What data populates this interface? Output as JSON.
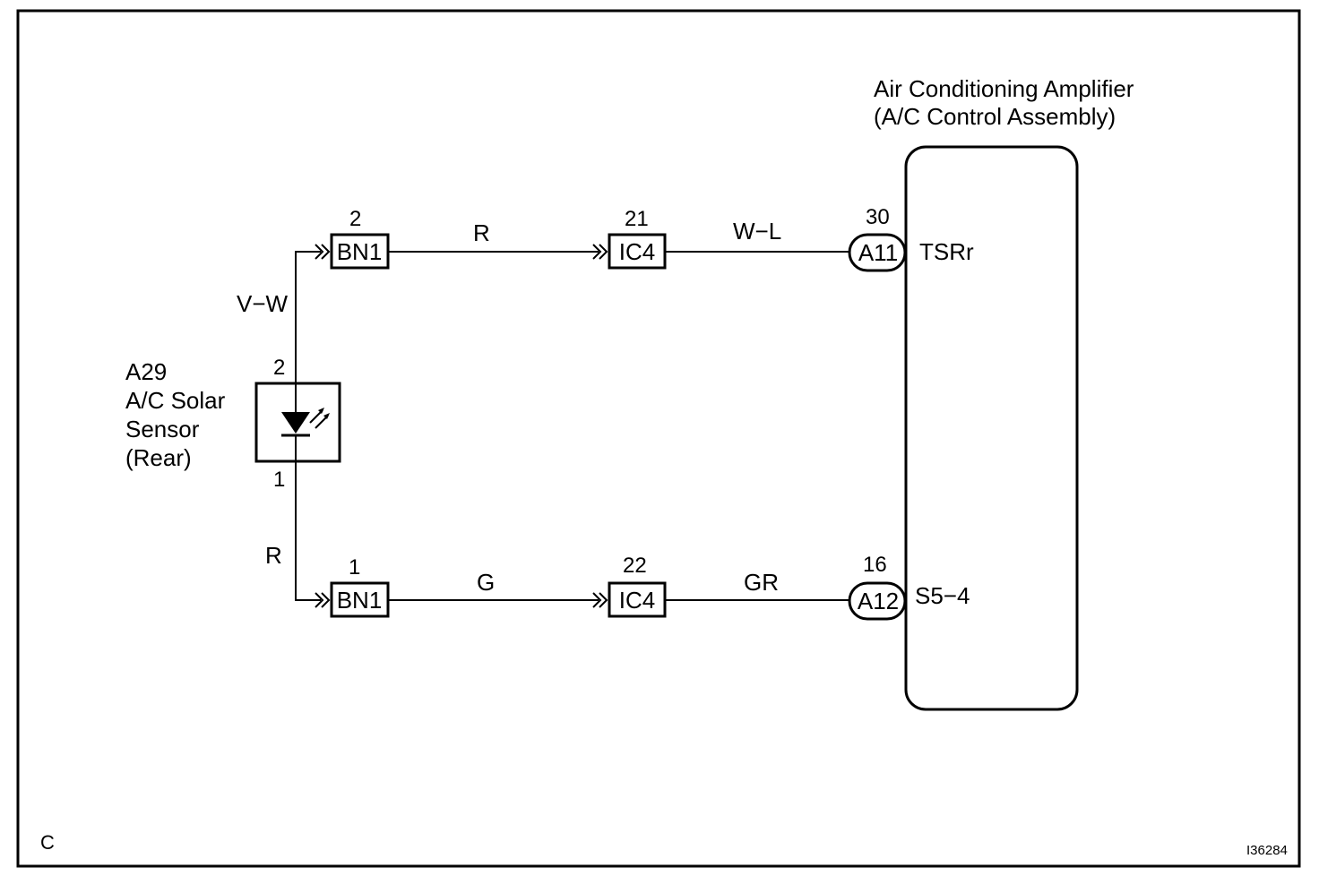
{
  "amplifier": {
    "title_line1": "Air Conditioning Amplifier",
    "title_line2": "(A/C Control Assembly)",
    "terminal_top": {
      "pin": "30",
      "connector": "A11",
      "name": "TSRr"
    },
    "terminal_bottom": {
      "pin": "16",
      "connector": "A12",
      "name": "S5−4"
    }
  },
  "sensor": {
    "code": "A29",
    "name_line1": "A/C Solar",
    "name_line2": "Sensor",
    "name_line3": "(Rear)",
    "pin_top": "2",
    "pin_bottom": "1"
  },
  "wires": {
    "sensor_top": "V−W",
    "sensor_bottom": "R",
    "top_mid": "R",
    "top_right": "W−L",
    "bottom_mid": "G",
    "bottom_right": "GR"
  },
  "connectors": {
    "top_bn1": {
      "label": "BN1",
      "pin": "2"
    },
    "top_ic4": {
      "label": "IC4",
      "pin": "21"
    },
    "bottom_bn1": {
      "label": "BN1",
      "pin": "1"
    },
    "bottom_ic4": {
      "label": "IC4",
      "pin": "22"
    }
  },
  "footer": {
    "corner_letter": "C",
    "figure_id": "I36284"
  }
}
